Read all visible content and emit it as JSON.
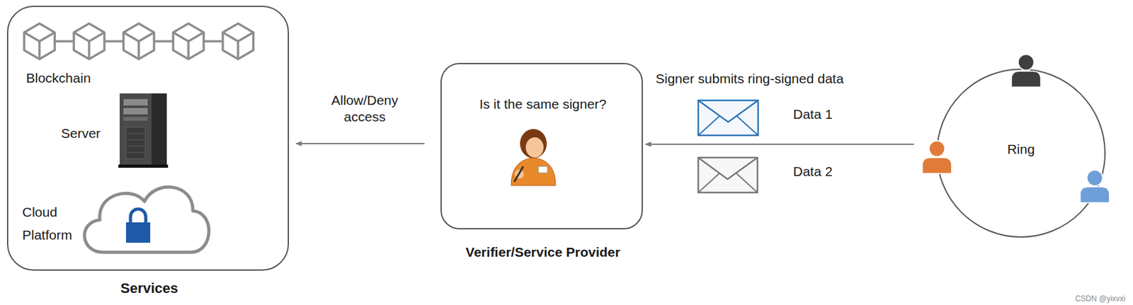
{
  "diagram": {
    "nodes": [
      {
        "text": [
          "Blockchain",
          "Server",
          "Cloud Platform",
          "Services"
        ]
      },
      {
        "text": [
          "Is it the same signer?",
          "Verifier/Service Provider"
        ]
      },
      {
        "text": [
          "Ring"
        ]
      }
    ],
    "edges": [
      {
        "from": 2,
        "to": 1,
        "arrow": "to",
        "label": "Signer submits ring-signed data"
      },
      {
        "from": 1,
        "to": 0,
        "arrow": "to",
        "label": "Allow/Deny access"
      }
    ],
    "labels": [
      "Data 1",
      "Data 2",
      "CSDN @yixvxi"
    ]
  }
}
